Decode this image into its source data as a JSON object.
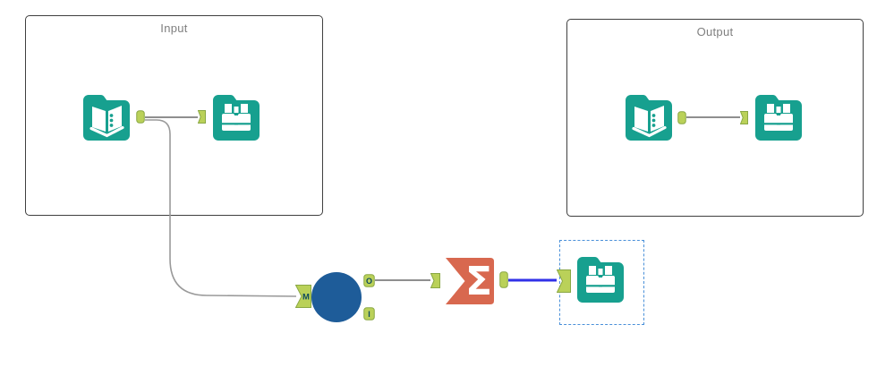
{
  "containers": {
    "input": {
      "label": "Input"
    },
    "output": {
      "label": "Output"
    }
  },
  "macro_tool": {
    "input_anchor_label": "M",
    "output_anchor_label": "O",
    "interface_anchor_label": "I"
  },
  "summarize_tool": {
    "symbol": "Σ"
  },
  "selection": {
    "selected_tool": "browse-selected",
    "style": "dashed-blue-rectangle"
  },
  "icons": {
    "input_data": "input-data-book-icon",
    "browse": "browse-binoculars-icon",
    "macro": "macro-circle-icon",
    "summarize": "summarize-sigma-icon"
  },
  "connections": [
    {
      "from": "input-data-1",
      "to": "browse-1",
      "color": "gray"
    },
    {
      "from": "input-data-1",
      "to": "macro-input-anchor-M",
      "color": "gray"
    },
    {
      "from": "macro-output-anchor-O",
      "to": "summarize",
      "color": "gray"
    },
    {
      "from": "summarize",
      "to": "browse-selected",
      "color": "blue"
    },
    {
      "from": "input-data-2",
      "to": "browse-2",
      "color": "gray"
    }
  ],
  "colors": {
    "tool_teal": "#17a08f",
    "anchor_green": "#bad159",
    "anchor_border": "#8aa844",
    "anchor_letter": "#0e4a5e",
    "macro_blue": "#1e5c99",
    "summarize_orange": "#d8684f",
    "wire_gray": "#8f8f8f",
    "wire_blue": "#3030e8",
    "selection_blue": "#4a90d9",
    "container_border": "#3f3f3f",
    "label_gray": "#7f7f7f",
    "canvas_background": "#ffffff"
  }
}
